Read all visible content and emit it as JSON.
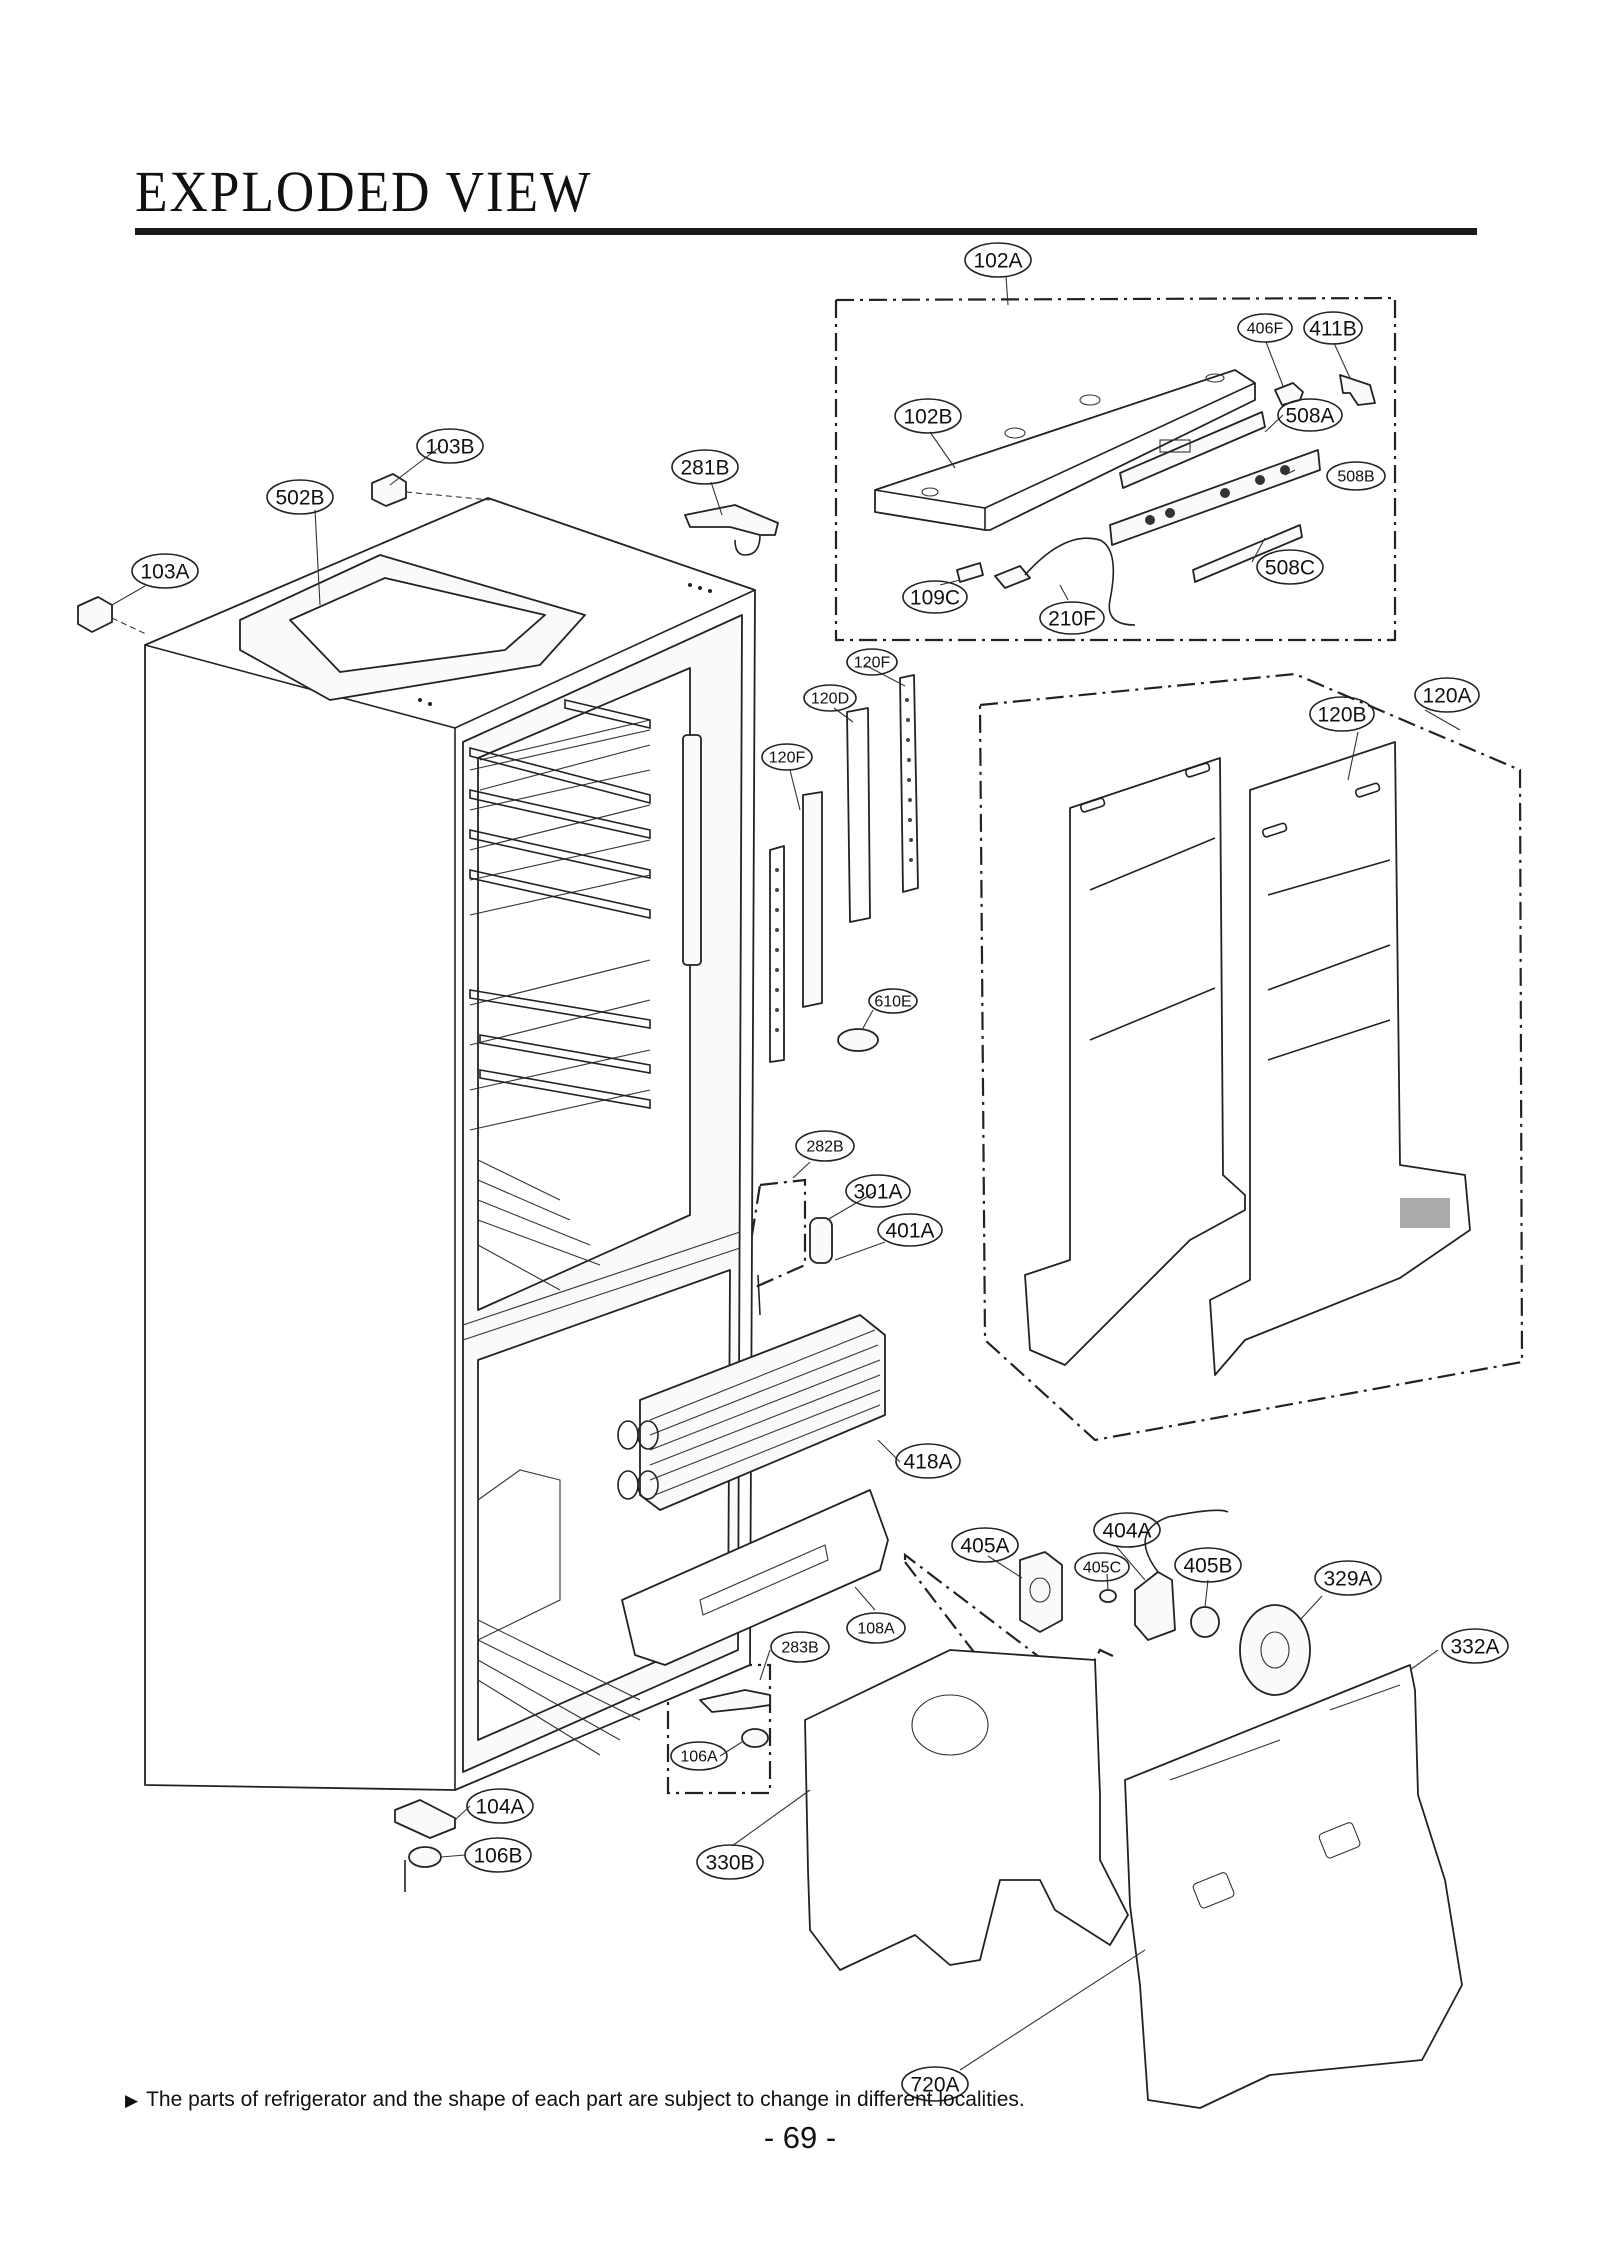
{
  "header": {
    "title": "EXPLODED VIEW"
  },
  "footer": {
    "note": "The parts of refrigerator and the shape of each part are subject to change in different localities.",
    "page": "- 69 -"
  },
  "callouts": {
    "c102A": "102A",
    "c406F": "406F",
    "c411B": "411B",
    "c102B": "102B",
    "c508A": "508A",
    "c508B": "508B",
    "c508C": "508C",
    "c109C": "109C",
    "c210F": "210F",
    "c103B": "103B",
    "c281B": "281B",
    "c502B": "502B",
    "c103A": "103A",
    "c120Fa": "120F",
    "c120D": "120D",
    "c120Fb": "120F",
    "c120B": "120B",
    "c120A": "120A",
    "c610E": "610E",
    "c282B": "282B",
    "c301A": "301A",
    "c401A": "401A",
    "c418A": "418A",
    "c405A": "405A",
    "c404A": "404A",
    "c405C": "405C",
    "c405B": "405B",
    "c329A": "329A",
    "c108A": "108A",
    "c283B": "283B",
    "c332A": "332A",
    "c106A": "106A",
    "c104A": "104A",
    "c106B": "106B",
    "c330B": "330B",
    "c720A": "720A"
  }
}
